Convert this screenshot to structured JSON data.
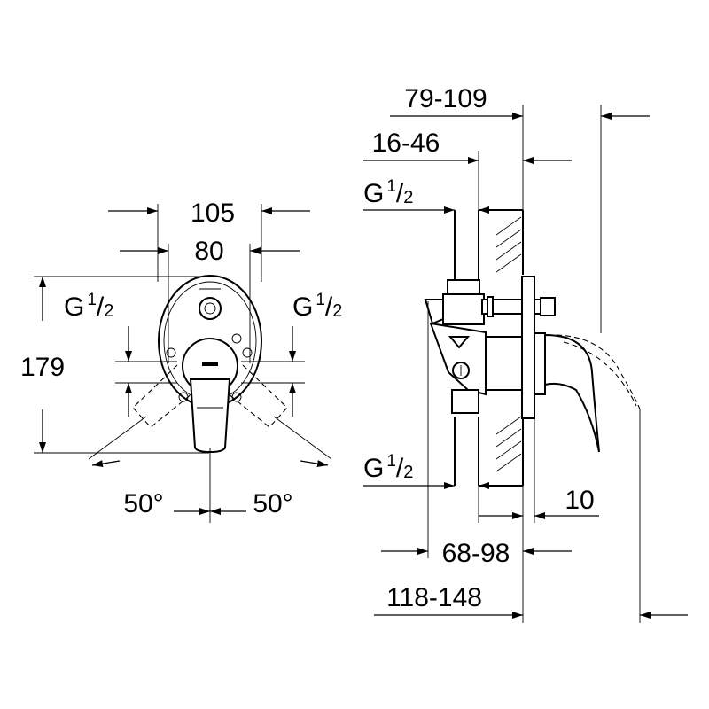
{
  "front_view": {
    "width_outer": "105",
    "width_inner": "80",
    "height": "179",
    "thread_left": {
      "letter": "G",
      "num": "1",
      "den": "2"
    },
    "thread_right": {
      "letter": "G",
      "num": "1",
      "den": "2"
    },
    "angle_left": "50°",
    "angle_right": "50°"
  },
  "side_view": {
    "depth_top": "79-109",
    "depth_second": "16-46",
    "thread_top": {
      "letter": "G",
      "num": "1",
      "den": "2"
    },
    "thread_bottom": {
      "letter": "G",
      "num": "1",
      "den": "2"
    },
    "offset_small": "10",
    "depth_mid": "68-98",
    "depth_bottom": "118-148"
  }
}
